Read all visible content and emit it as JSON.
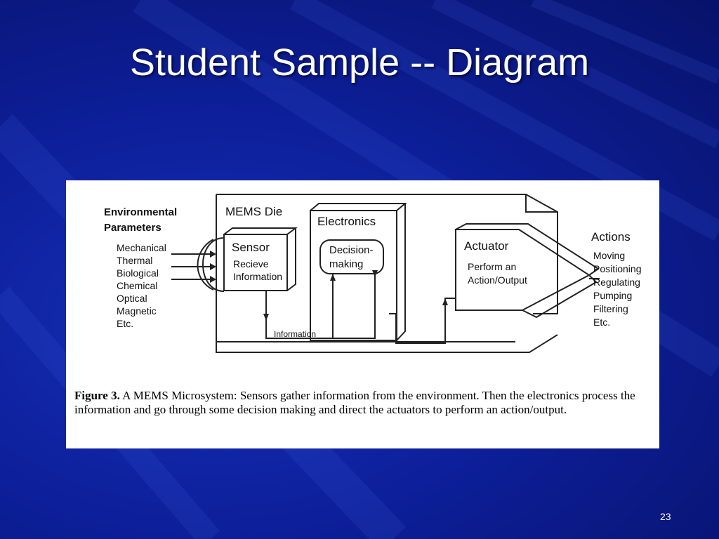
{
  "slide": {
    "title": "Student Sample -- Diagram",
    "page_number": "23"
  },
  "diagram": {
    "environmental_title_1": "Environmental",
    "environmental_title_2": "Parameters",
    "parameters": [
      "Mechanical",
      "Thermal",
      "Biological",
      "Chemical",
      "Optical",
      "Magnetic",
      "Etc."
    ],
    "mems_die": "MEMS Die",
    "sensor_title": "Sensor",
    "sensor_line1": "Recieve",
    "sensor_line2": "Information",
    "electronics_title": "Electronics",
    "decision_line1": "Decision-",
    "decision_line2": "making",
    "actuator_title": "Actuator",
    "actuator_line1": "Perform an",
    "actuator_line2": "Action/Output",
    "information_label": "Information",
    "actions_title": "Actions",
    "actions": [
      "Moving",
      "Positioning",
      "Regulating",
      "Pumping",
      "Filtering",
      "Etc."
    ]
  },
  "caption": {
    "label": "Figure 3.",
    "text": " A MEMS Microsystem: Sensors gather information from the environment.  Then the electronics process the information and go through some decision making and direct the actuators to perform an action/output."
  }
}
